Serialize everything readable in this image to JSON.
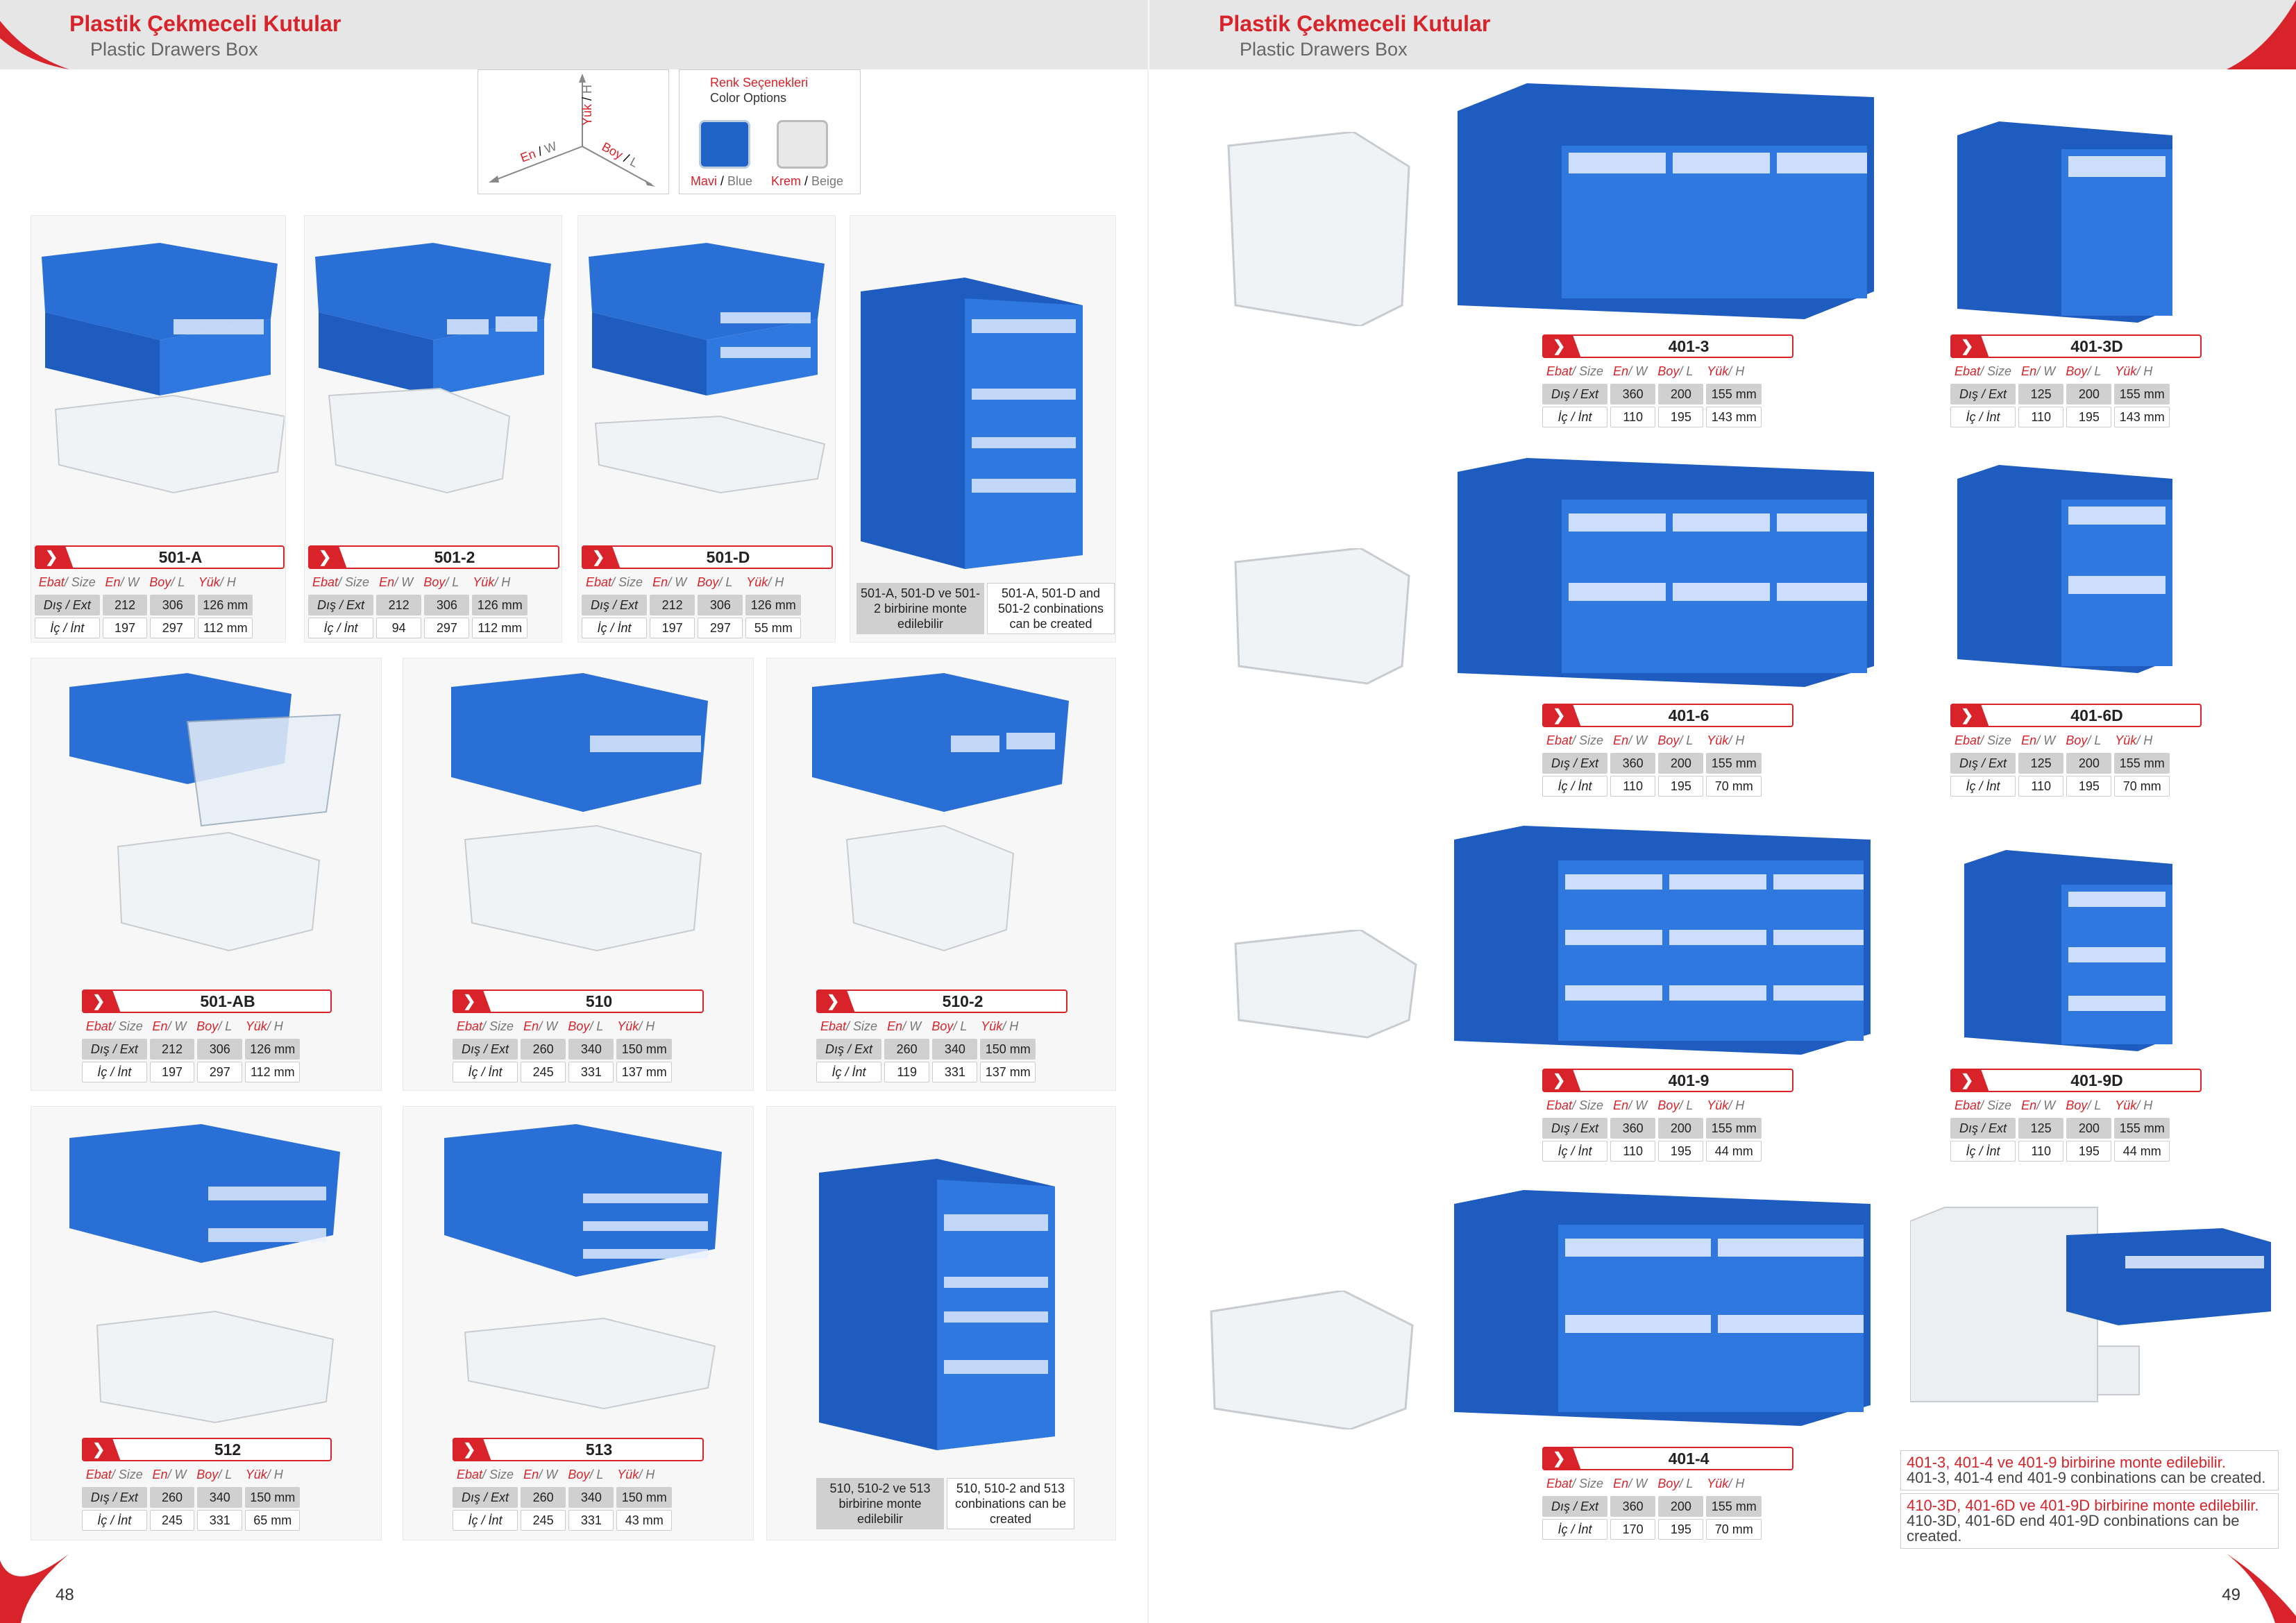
{
  "left_page": {
    "title": "Plastik Çekmeceli Kutular",
    "subtitle": "Plastic Drawers Box",
    "page_number": "48"
  },
  "right_page": {
    "title": "Plastik Çekmeceli Kutular",
    "subtitle": "Plastic Drawers Box",
    "page_number": "49"
  },
  "dimension_diagram": {
    "yuk": "Yük",
    "h": "H",
    "en": "En",
    "w": "W",
    "boy": "Boy",
    "l": "L"
  },
  "color_options": {
    "title_tr": "Renk Seçenekleri",
    "title_en": "Color Options",
    "blue_tr": "Mavi",
    "blue_en": "Blue",
    "beige_tr": "Krem",
    "beige_en": "Beige",
    "slash": " / "
  },
  "spec_header": {
    "ebat": "Ebat",
    "size": "/ Size",
    "en": "En",
    "w": "/ W",
    "boy": "Boy",
    "l": "/ L",
    "yuk": "Yük",
    "h": "/ H",
    "ext": "Dış / Ext",
    "int": "İç / İnt"
  },
  "products": [
    {
      "name": "501-A",
      "ext": [
        "212",
        "306",
        "126 mm"
      ],
      "int": [
        "197",
        "297",
        "112 mm"
      ]
    },
    {
      "name": "501-2",
      "ext": [
        "212",
        "306",
        "126 mm"
      ],
      "int": [
        "94",
        "297",
        "112 mm"
      ]
    },
    {
      "name": "501-D",
      "ext": [
        "212",
        "306",
        "126 mm"
      ],
      "int": [
        "197",
        "297",
        "55 mm"
      ]
    },
    {
      "name": "501-AB",
      "ext": [
        "212",
        "306",
        "126 mm"
      ],
      "int": [
        "197",
        "297",
        "112 mm"
      ]
    },
    {
      "name": "510",
      "ext": [
        "260",
        "340",
        "150 mm"
      ],
      "int": [
        "245",
        "331",
        "137 mm"
      ]
    },
    {
      "name": "510-2",
      "ext": [
        "260",
        "340",
        "150 mm"
      ],
      "int": [
        "119",
        "331",
        "137 mm"
      ]
    },
    {
      "name": "512",
      "ext": [
        "260",
        "340",
        "150 mm"
      ],
      "int": [
        "245",
        "331",
        "65 mm"
      ]
    },
    {
      "name": "513",
      "ext": [
        "260",
        "340",
        "150 mm"
      ],
      "int": [
        "245",
        "331",
        "43 mm"
      ]
    },
    {
      "name": "401-3",
      "ext": [
        "360",
        "200",
        "155 mm"
      ],
      "int": [
        "110",
        "195",
        "143 mm"
      ]
    },
    {
      "name": "401-3D",
      "ext": [
        "125",
        "200",
        "155 mm"
      ],
      "int": [
        "110",
        "195",
        "143 mm"
      ]
    },
    {
      "name": "401-6",
      "ext": [
        "360",
        "200",
        "155 mm"
      ],
      "int": [
        "110",
        "195",
        "70 mm"
      ]
    },
    {
      "name": "401-6D",
      "ext": [
        "125",
        "200",
        "155 mm"
      ],
      "int": [
        "110",
        "195",
        "70 mm"
      ]
    },
    {
      "name": "401-9",
      "ext": [
        "360",
        "200",
        "155 mm"
      ],
      "int": [
        "110",
        "195",
        "44 mm"
      ]
    },
    {
      "name": "401-9D",
      "ext": [
        "125",
        "200",
        "155 mm"
      ],
      "int": [
        "110",
        "195",
        "44 mm"
      ]
    },
    {
      "name": "401-4",
      "ext": [
        "360",
        "200",
        "155 mm"
      ],
      "int": [
        "170",
        "195",
        "70 mm"
      ]
    }
  ],
  "notes": {
    "n501_tr": "501-A, 501-D ve 501-2 birbirine monte edilebilir",
    "n501_en": "501-A, 501-D and 501-2 conbinations can be created",
    "n510_tr": "510, 510-2 ve 513 birbirine monte edilebilir",
    "n510_en": "510, 510-2 and 513 conbinations can be created",
    "n401_tr": "401-3, 401-4 ve 401-9 birbirine monte edilebilir.",
    "n401_en": "401-3, 401-4 end 401-9 conbinations can be created.",
    "n401d_tr": "410-3D, 401-6D ve 401-9D birbirine monte edilebilir.",
    "n401d_en": "410-3D, 401-6D end 401-9D conbinations can be created."
  },
  "colors": {
    "red": "#d8232a",
    "blue": "#1f63c6",
    "gray": "#e6e6e6"
  }
}
